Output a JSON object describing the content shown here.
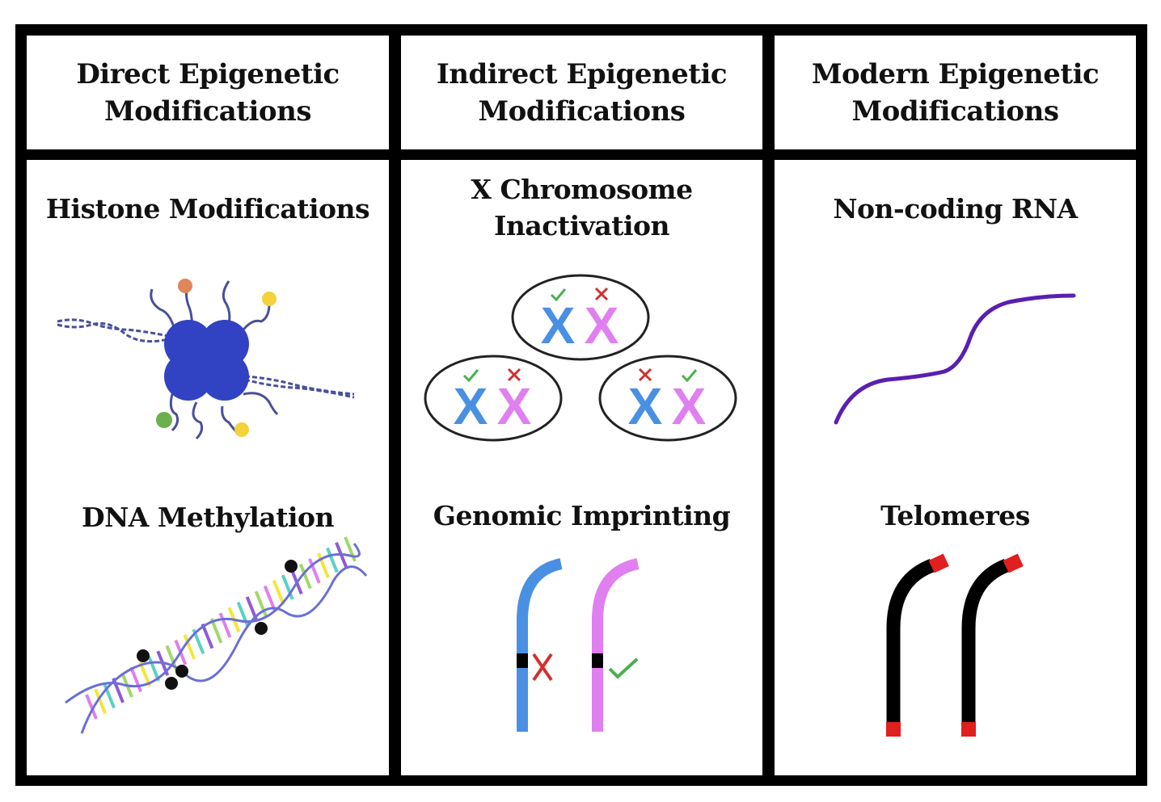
{
  "columns": [
    {
      "header": [
        "Direct Epigenetic",
        "Modifications"
      ],
      "items": [
        {
          "title": [
            "Histone Modifications"
          ],
          "icon": "nucleosome-icon"
        },
        {
          "title": [
            "DNA Methylation"
          ],
          "icon": "dna-helix-icon"
        }
      ]
    },
    {
      "header": [
        "Indirect Epigenetic",
        "Modifications"
      ],
      "items": [
        {
          "title": [
            "X Chromosome",
            "Inactivation"
          ],
          "icon": "x-chromosome-cells-icon"
        },
        {
          "title": [
            "Genomic Imprinting"
          ],
          "icon": "imprinted-chromosomes-icon"
        }
      ]
    },
    {
      "header": [
        "Modern Epigenetic",
        "Modifications"
      ],
      "items": [
        {
          "title": [
            "Non-coding RNA"
          ],
          "icon": "rna-strand-icon"
        },
        {
          "title": [
            "Telomeres"
          ],
          "icon": "telomere-chromosomes-icon"
        }
      ]
    }
  ],
  "colors": {
    "histone": "#3a4fc7",
    "dna_backbone": "#6b6fd6",
    "paternal_x": "#4a90e2",
    "maternal_x": "#e07ff0",
    "active_check": "#4caf50",
    "inactive_cross": "#d32f2f",
    "rna": "#5a1fb0",
    "telomere_cap": "#e01f1f",
    "mark_orange": "#e0875a",
    "mark_yellow": "#f2d33a",
    "mark_green": "#6ab04c"
  }
}
